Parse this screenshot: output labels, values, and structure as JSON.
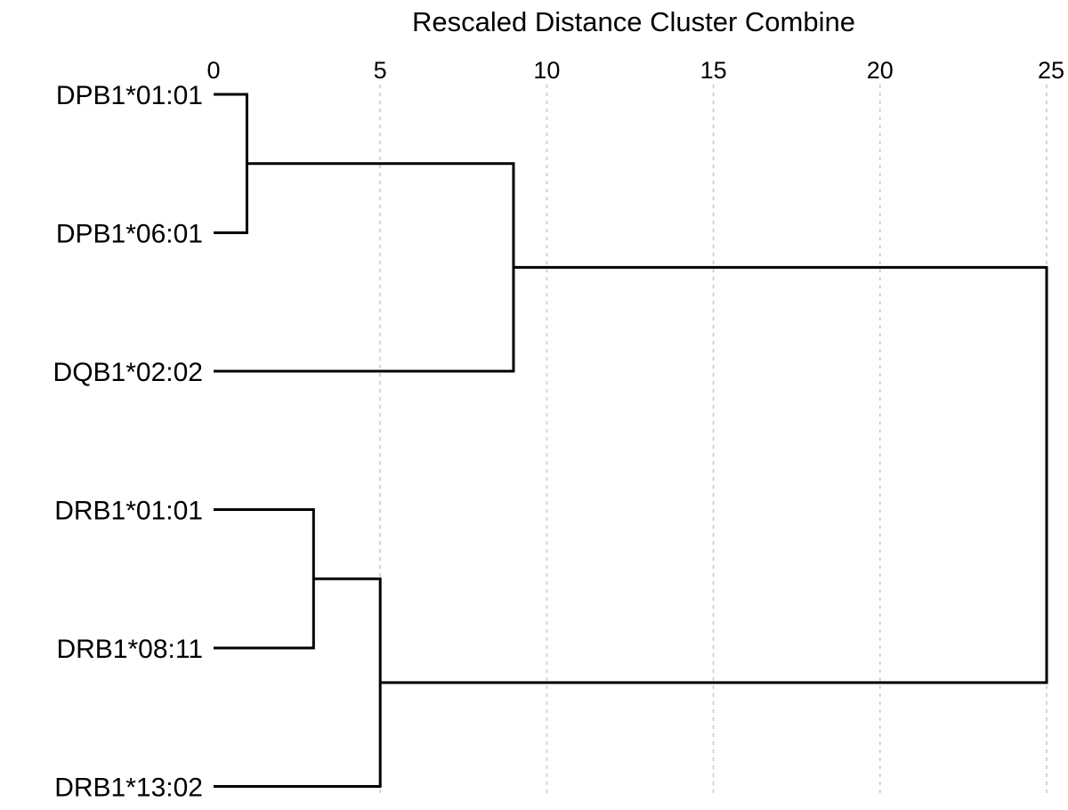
{
  "chart_data": {
    "type": "dendrogram",
    "title": "Rescaled Distance Cluster Combine",
    "xlim": [
      0,
      25
    ],
    "xticks": [
      0,
      5,
      10,
      15,
      20,
      25
    ],
    "grid": true,
    "leaves": [
      "DPB1*01:01",
      "DPB1*06:01",
      "DQB1*02:02",
      "DRB1*01:01",
      "DRB1*08:11",
      "DRB1*13:02"
    ],
    "merges": [
      {
        "left": "DPB1*01:01",
        "right": "DPB1*06:01",
        "distance": 1,
        "id": "c1"
      },
      {
        "left": "c1",
        "right": "DQB1*02:02",
        "distance": 9,
        "id": "c2"
      },
      {
        "left": "DRB1*01:01",
        "right": "DRB1*08:11",
        "distance": 3,
        "id": "c3"
      },
      {
        "left": "c3",
        "right": "DRB1*13:02",
        "distance": 5,
        "id": "c4"
      },
      {
        "left": "c2",
        "right": "c4",
        "distance": 25,
        "id": "c5"
      }
    ]
  }
}
